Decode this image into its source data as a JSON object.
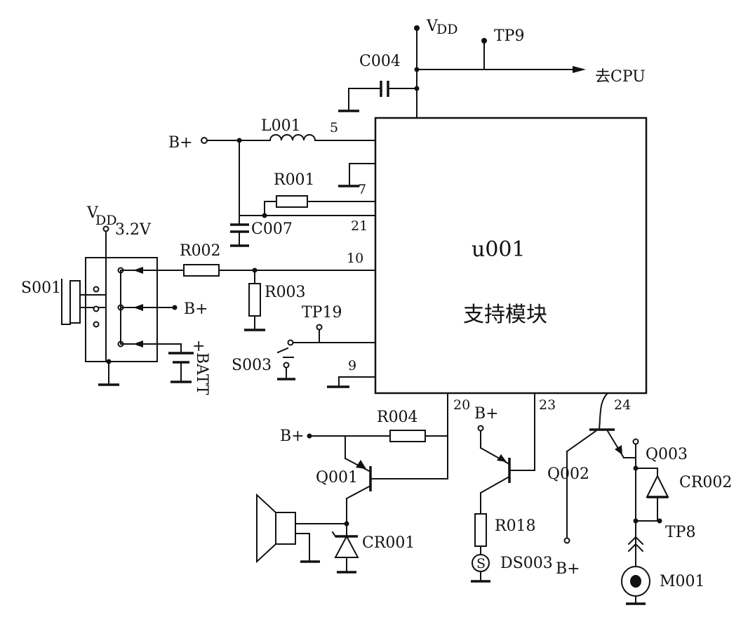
{
  "labels": {
    "vdd_top": "V",
    "vdd_top_sub": "DD",
    "tp9": "TP9",
    "to_cpu": "去CPU",
    "c004": "C004",
    "b_plus_l001": "B+",
    "l001": "L001",
    "pin5": "5",
    "pin7": "7",
    "r001": "R001",
    "vdd_left": "V",
    "vdd_left_sub": "DD",
    "v32": "3.2V",
    "c007": "C007",
    "pin21": "21",
    "r002": "R002",
    "pin10": "10",
    "s001": "S001",
    "r003": "R003",
    "b_plus_switch": "B+",
    "tp19": "TP19",
    "batt_plus": "+",
    "batt": "BATT",
    "s003": "S003",
    "pin9": "9",
    "u001": "u001",
    "support_module": "支持模块",
    "pin20": "20",
    "b_plus_q002": "B+",
    "pin23": "23",
    "pin24": "24",
    "r004": "R004",
    "b_plus_q001": "B+",
    "q001": "Q001",
    "q002": "Q002",
    "q003": "Q003",
    "cr002": "CR002",
    "tp8": "TP8",
    "cr001": "CR001",
    "r018": "R018",
    "ds003": "DS003",
    "b_plus_bottom": "B+",
    "m001": "M001",
    "s_lamp": "S"
  }
}
